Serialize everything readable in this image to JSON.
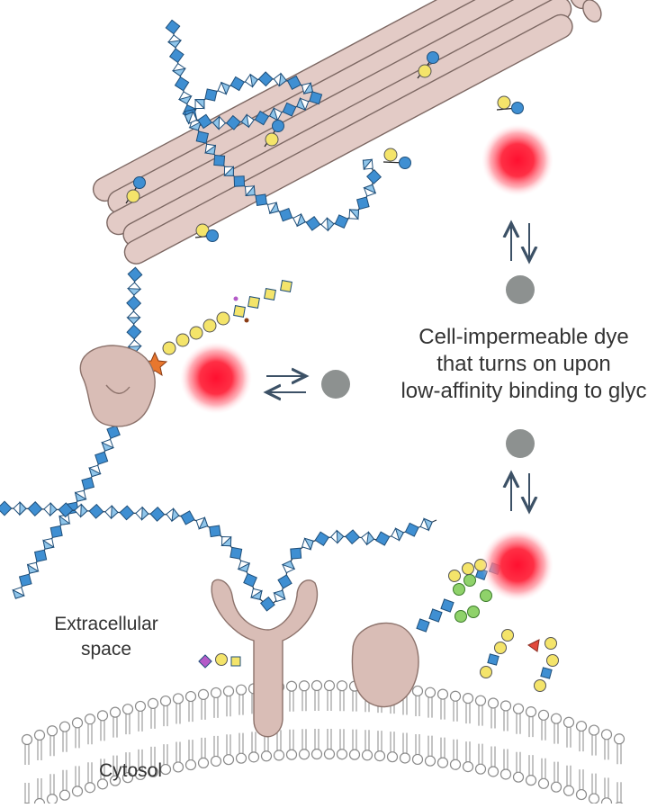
{
  "labels": {
    "dye_line1": "Cell-impermeable dye",
    "dye_line2": "that turns on upon",
    "dye_line3": "low-affinity binding to glyc",
    "extracellular_line1": "Extracellular",
    "extracellular_line2": "space",
    "cytosol": "Cytosol"
  },
  "colors": {
    "fiber": "#e3cbc6",
    "fiber_stroke": "#7d6863",
    "glcnac_square": "#3f8fd2",
    "half_diamond": "#8fc5ea",
    "galactose_circle": "#f4e46a",
    "blue_circle": "#3f8fd2",
    "galnac_square": "#f4e46a",
    "green_circle": "#8fd26a",
    "sialic_diamond": "#b45bc8",
    "fucose_triangle": "#e24a3c",
    "fucose_star": "#e8772e",
    "protein": "#d9bdb6",
    "dye_glow": "#ff1f3a",
    "dye_off": "#8d9190",
    "arrow": "#3c5166",
    "membrane_head": "#ffffff",
    "membrane_stroke": "#8a8a8a"
  }
}
